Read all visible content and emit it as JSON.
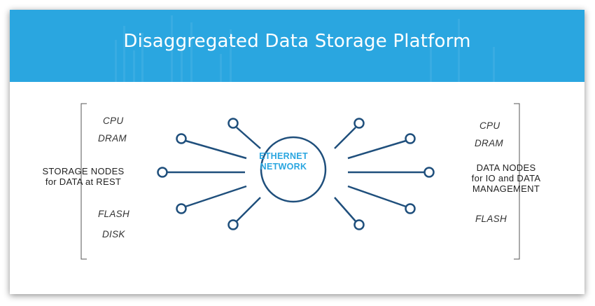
{
  "header": {
    "title": "Disaggregated Data Storage Platform"
  },
  "colors": {
    "banner": "#2aa6e0",
    "line": "#1f4f7c",
    "hub_text": "#2aa6e0"
  },
  "hub": {
    "line1": "ETHERNET",
    "line2": "NETWORK"
  },
  "left_group": {
    "items_top": [
      "CPU",
      "DRAM"
    ],
    "title_line1": "STORAGE NODES",
    "title_line2": "for DATA at REST",
    "items_bottom": [
      "FLASH",
      "DISK"
    ]
  },
  "right_group": {
    "items_top": [
      "CPU",
      "DRAM"
    ],
    "title_line1": "DATA NODES",
    "title_line2": "for IO and DATA",
    "title_line3": "MANAGEMENT",
    "items_bottom": [
      "FLASH"
    ]
  }
}
